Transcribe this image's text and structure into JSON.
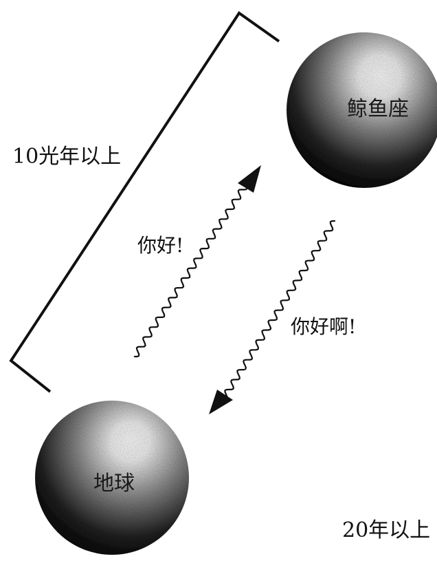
{
  "planets": {
    "cetus": {
      "label": "鲸鱼座"
    },
    "earth": {
      "label": "地球"
    }
  },
  "distance_label": "10光年以上",
  "messages": {
    "outgoing": "你好!",
    "reply": "你好啊!"
  },
  "round_trip_label": "20年以上",
  "colors": {
    "ink": "#111111",
    "sphere_dark": "#000000",
    "sphere_light": "#ffffff",
    "background": "#ffffff"
  }
}
